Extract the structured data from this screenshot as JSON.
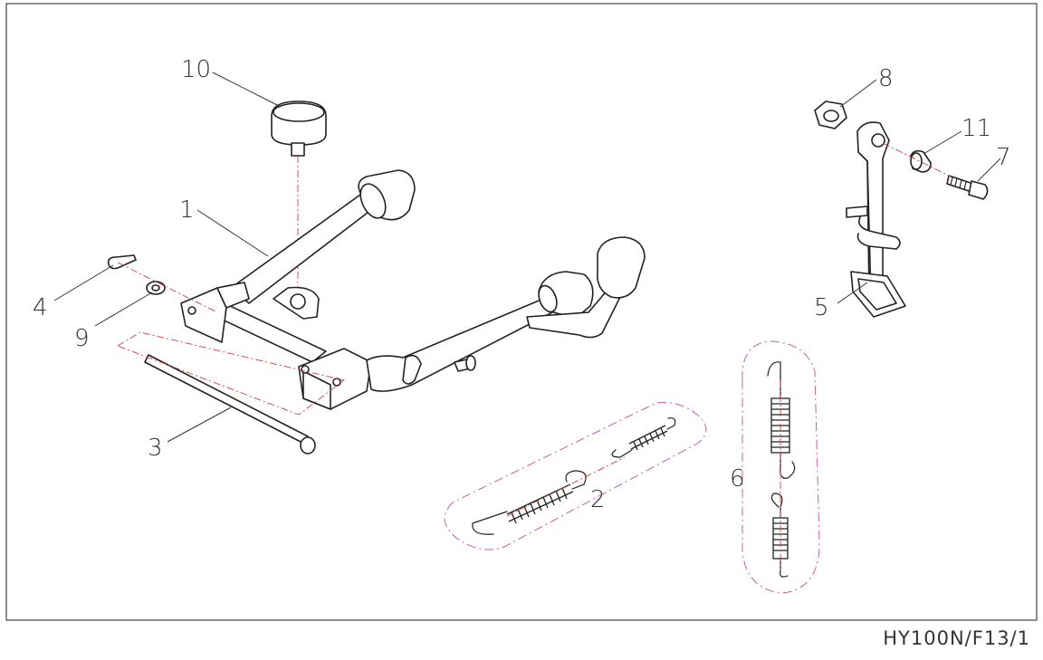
{
  "drawing_code": "HY100N/F13/1",
  "callouts": {
    "p1": "1",
    "p2": "2",
    "p3": "3",
    "p4": "4",
    "p5": "5",
    "p6": "6",
    "p7": "7",
    "p8": "8",
    "p9": "9",
    "p10": "10",
    "p11": "11"
  },
  "colors": {
    "line": "#222222",
    "axis": "#d04040",
    "group_outline": "#c060a0"
  }
}
